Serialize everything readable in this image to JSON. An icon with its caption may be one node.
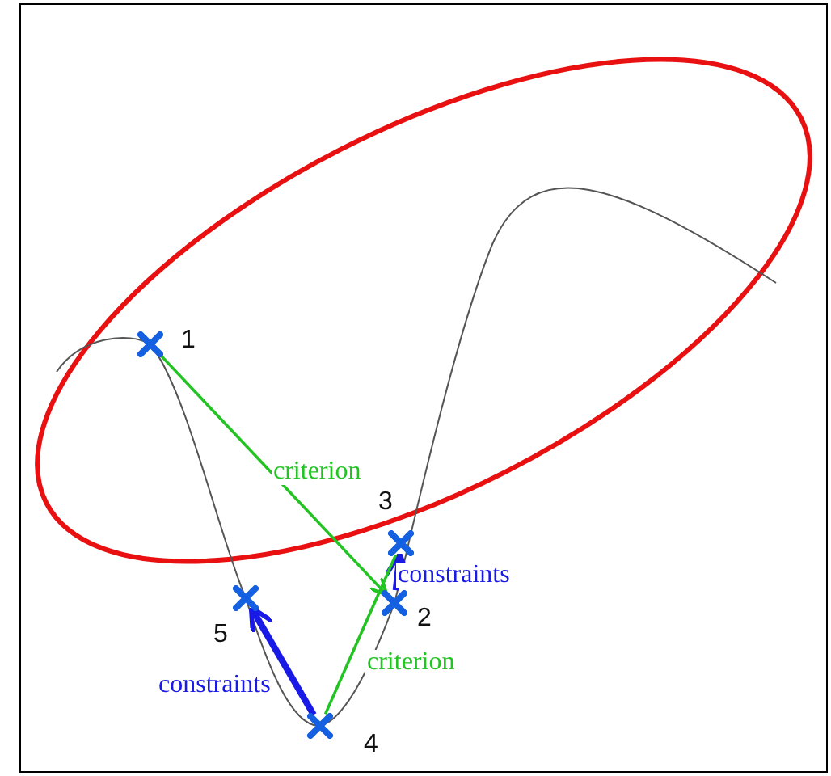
{
  "diagram": {
    "nodes": [
      {
        "text": [],
        "shape": "cross",
        "beside": [
          "1"
        ]
      },
      {
        "text": [],
        "shape": "cross",
        "beside": [
          "2"
        ]
      },
      {
        "text": [],
        "shape": "cross",
        "beside": [
          "3"
        ]
      },
      {
        "text": [],
        "shape": "cross",
        "beside": [
          "4"
        ]
      },
      {
        "text": [],
        "shape": "cross",
        "beside": [
          "5"
        ]
      }
    ],
    "edges": [
      {
        "from": 0,
        "to": 1,
        "arrow": "to",
        "label": "criterion"
      },
      {
        "from": 1,
        "to": 2,
        "arrow": "to",
        "label": "constraints",
        "style": "thick",
        "color": "#1a1ae6"
      },
      {
        "from": 2,
        "to": 3,
        "arrow": "none",
        "label": "criterion"
      },
      {
        "from": 3,
        "to": 4,
        "arrow": "to",
        "label": "constraints",
        "style": "thick",
        "color": "#1a1ae6"
      }
    ]
  }
}
